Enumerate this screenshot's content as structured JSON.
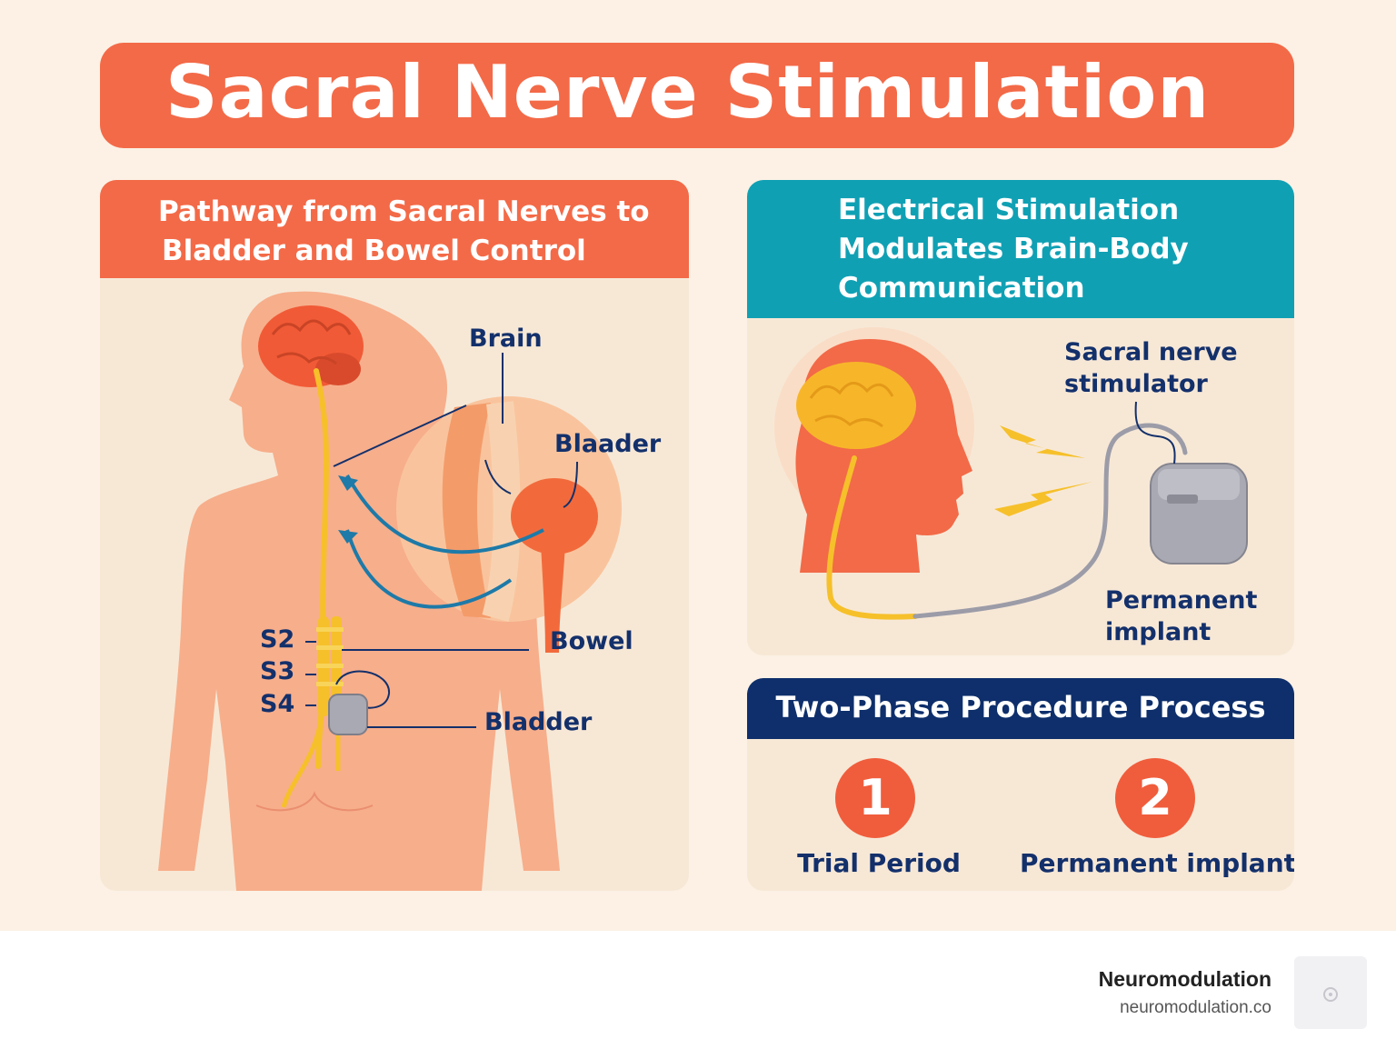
{
  "title": "Sacral Nerve Stimulation",
  "colors": {
    "accent": "#f36a48",
    "teal": "#10a0b4",
    "navy": "#0e2f6b",
    "panel": "#f7e8d6",
    "nerve": "#f6c02a",
    "device": "#a9a9b3"
  },
  "left_panel": {
    "heading_line1": "Pathway from Sacral Nerves to",
    "heading_line2": "Bladder and Bowel Control",
    "labels": {
      "brain": "Brain",
      "bladder_top": "Blaader",
      "bowel": "Bowel",
      "bladder_bottom": "Bladder",
      "s2": "S2",
      "s3": "S3",
      "s4": "S4"
    }
  },
  "right_top_panel": {
    "heading_line1": "Electrical Stimulation",
    "heading_line2": "Modulates Brain-Body",
    "heading_line3": "Communication",
    "labels": {
      "stimulator_line1": "Sacral nerve",
      "stimulator_line2": "stimulator",
      "implant_line1": "Permanent",
      "implant_line2": "implant"
    }
  },
  "right_bottom_panel": {
    "heading": "Two-Phase Procedure Process",
    "steps": [
      {
        "number": "1",
        "label": "Trial Period"
      },
      {
        "number": "2",
        "label": "Permanent implant"
      }
    ]
  },
  "footer": {
    "brand": "Neuromodulation",
    "url": "neuromodulation.co",
    "logo_icon": "brand-logo-icon"
  }
}
